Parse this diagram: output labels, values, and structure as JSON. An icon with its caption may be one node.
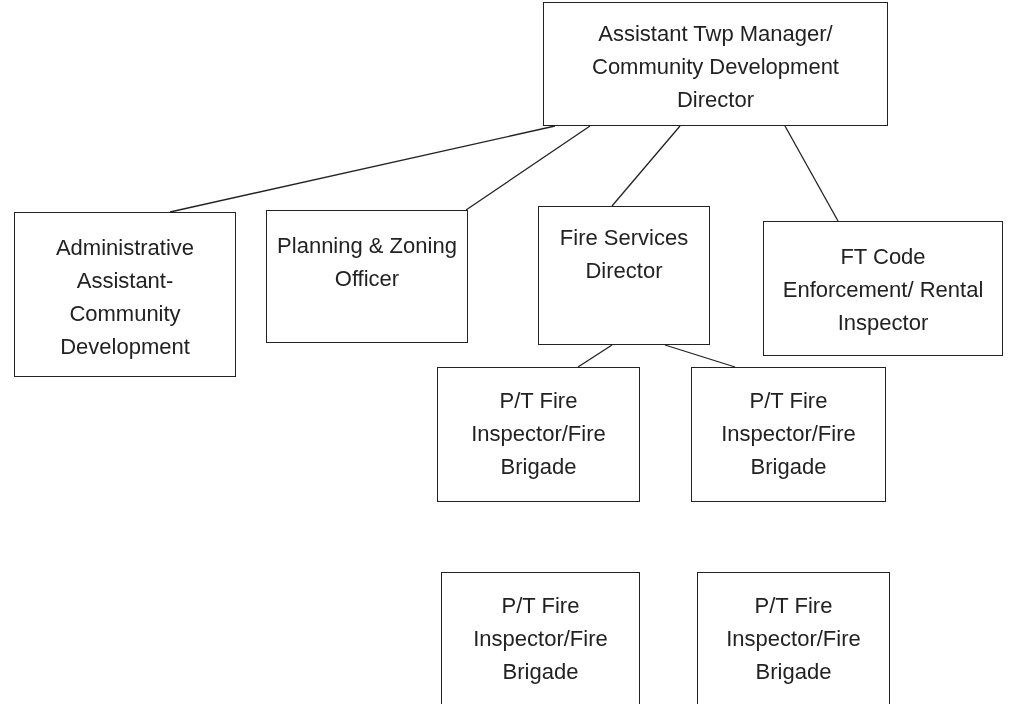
{
  "diagram": {
    "nodes": [
      {
        "text": [
          "Assistant Twp Manager/ Community Development Director"
        ]
      },
      {
        "text": [
          "Administrative Assistant- Community Development"
        ]
      },
      {
        "text": [
          "Planning & Zoning Officer"
        ]
      },
      {
        "text": [
          "Fire Services Director"
        ]
      },
      {
        "text": [
          "FT Code Enforcement/ Rental Inspector"
        ]
      },
      {
        "text": [
          "P/T Fire Inspector/Fire Brigade"
        ]
      },
      {
        "text": [
          "P/T Fire Inspector/Fire Brigade"
        ]
      },
      {
        "text": [
          "P/T Fire Inspector/Fire Brigade"
        ]
      },
      {
        "text": [
          "P/T Fire Inspector/Fire Brigade"
        ]
      }
    ],
    "edges": [
      {
        "from": 0,
        "to": 1,
        "arrow": "none"
      },
      {
        "from": 0,
        "to": 2,
        "arrow": "none"
      },
      {
        "from": 0,
        "to": 3,
        "arrow": "none"
      },
      {
        "from": 0,
        "to": 4,
        "arrow": "none"
      },
      {
        "from": 3,
        "to": 5,
        "arrow": "none"
      },
      {
        "from": 3,
        "to": 6,
        "arrow": "none"
      }
    ]
  }
}
